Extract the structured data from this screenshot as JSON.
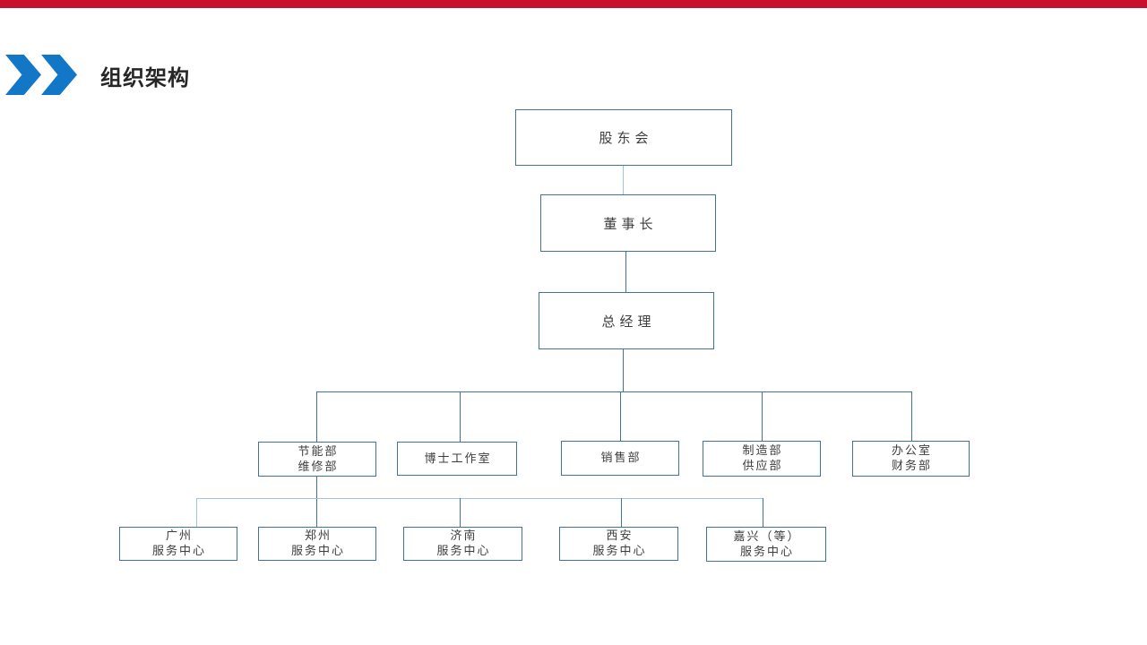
{
  "top_bar": {
    "color": "#C8102E"
  },
  "header": {
    "title": "组织架构",
    "accent_color": "#1377C8"
  },
  "org_chart": {
    "colors": {
      "box_border": "#41719C",
      "connector_dark": "#41719C",
      "connector_light": "#9DC3E6",
      "text": "#3D3D3D"
    },
    "nodes": {
      "shareholders": {
        "label": "股东会"
      },
      "chairman": {
        "label": "董事长"
      },
      "general_manager": {
        "label": "总经理"
      },
      "dept_energy": {
        "line1": "节能部",
        "line2": "维修部"
      },
      "dept_doctor_studio": {
        "line1": "博士工作室"
      },
      "dept_sales": {
        "line1": "销售部"
      },
      "dept_manufacturing": {
        "line1": "制造部",
        "line2": "供应部"
      },
      "dept_office": {
        "line1": "办公室",
        "line2": "财务部"
      },
      "svc_guangzhou": {
        "line1": "广州",
        "line2": "服务中心"
      },
      "svc_zhengzhou": {
        "line1": "郑州",
        "line2": "服务中心"
      },
      "svc_jinan": {
        "line1": "济南",
        "line2": "服务中心"
      },
      "svc_xian": {
        "line1": "西安",
        "line2": "服务中心"
      },
      "svc_jiaxing": {
        "line1": "嘉兴（等）",
        "line2": "服务中心"
      }
    }
  }
}
